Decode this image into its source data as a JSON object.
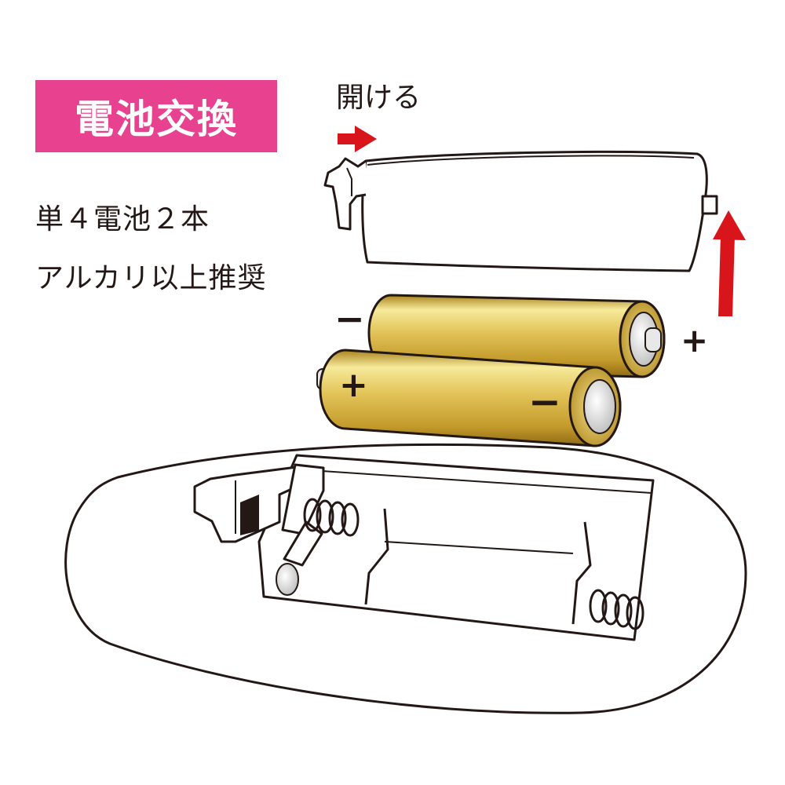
{
  "title": "電池交換",
  "open_label": "開ける",
  "spec": {
    "line1": "単４電池２本",
    "line2": "アルカリ以上推奨"
  },
  "polarity": {
    "minus": "−",
    "plus": "+"
  },
  "colors": {
    "title_badge": "#e8418f",
    "arrow": "#d8151b",
    "battery_gold": "#d9b647",
    "battery_gold_light": "#f6ea9b",
    "outline": "#231815"
  },
  "icons": {
    "open_arrow": "arrow-right-icon",
    "lift_arrow": "arrow-up-icon"
  }
}
